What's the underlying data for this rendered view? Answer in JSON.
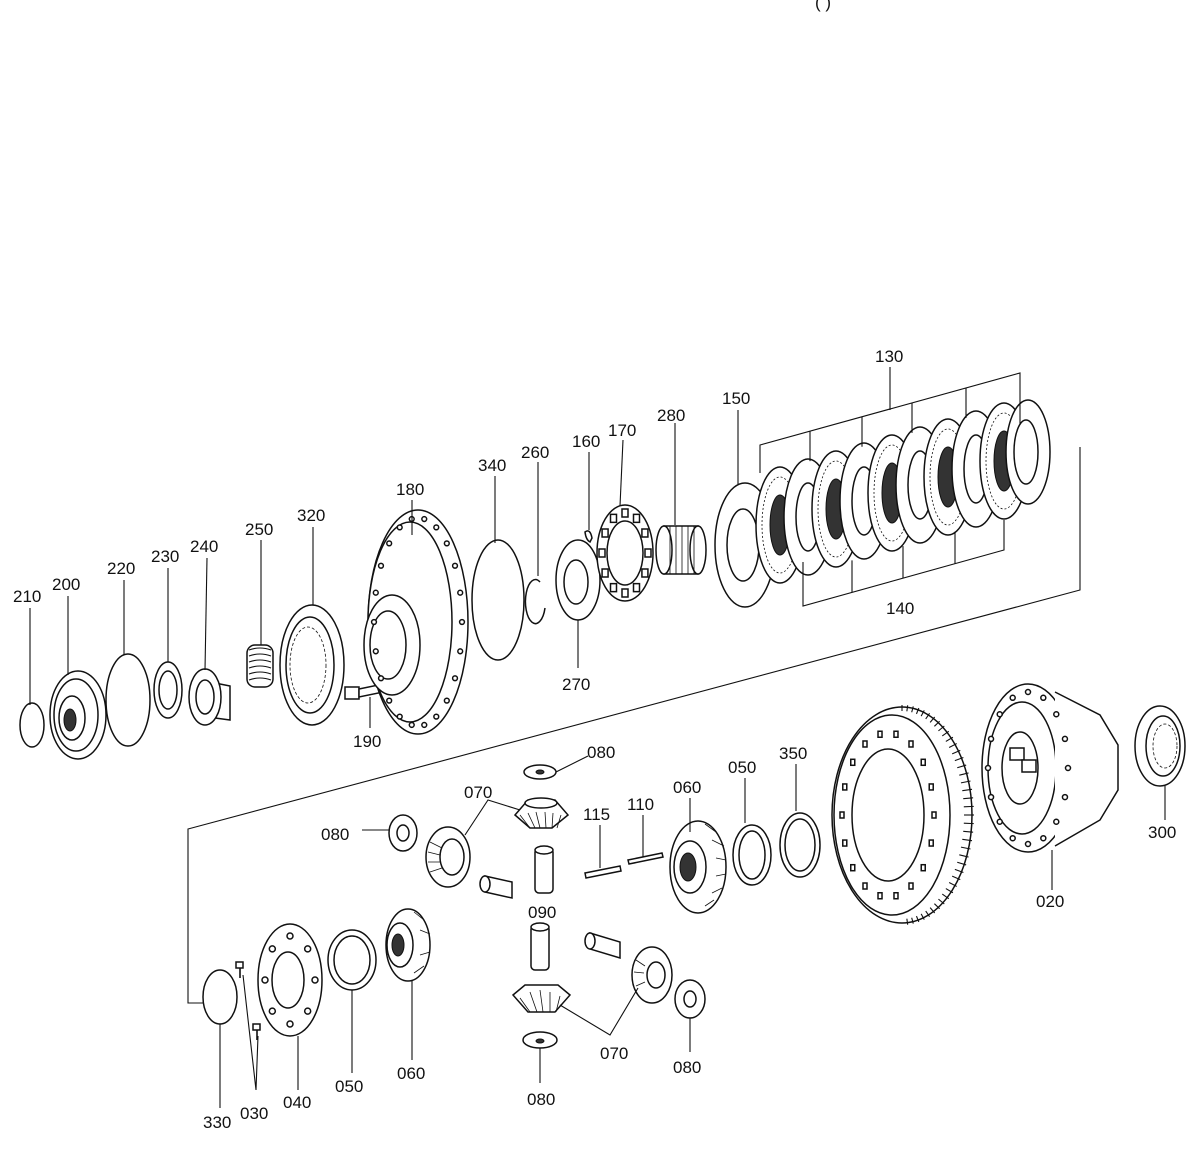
{
  "header": {
    "top_text_fragment": "( )"
  },
  "diagram": {
    "labels": [
      {
        "id": "p210",
        "text": "210"
      },
      {
        "id": "p200",
        "text": "200"
      },
      {
        "id": "p220",
        "text": "220"
      },
      {
        "id": "p230",
        "text": "230"
      },
      {
        "id": "p240",
        "text": "240"
      },
      {
        "id": "p250",
        "text": "250"
      },
      {
        "id": "p320",
        "text": "320"
      },
      {
        "id": "p180",
        "text": "180"
      },
      {
        "id": "p190",
        "text": "190"
      },
      {
        "id": "p340",
        "text": "340"
      },
      {
        "id": "p260",
        "text": "260"
      },
      {
        "id": "p160",
        "text": "160"
      },
      {
        "id": "p170",
        "text": "170"
      },
      {
        "id": "p270",
        "text": "270"
      },
      {
        "id": "p280",
        "text": "280"
      },
      {
        "id": "p150",
        "text": "150"
      },
      {
        "id": "p130",
        "text": "130"
      },
      {
        "id": "p140",
        "text": "140"
      },
      {
        "id": "p080a",
        "text": "080"
      },
      {
        "id": "p070a",
        "text": "070"
      },
      {
        "id": "p080b",
        "text": "080"
      },
      {
        "id": "p115",
        "text": "115"
      },
      {
        "id": "p110",
        "text": "110"
      },
      {
        "id": "p060a",
        "text": "060"
      },
      {
        "id": "p050a",
        "text": "050"
      },
      {
        "id": "p350",
        "text": "350"
      },
      {
        "id": "p090",
        "text": "090"
      },
      {
        "id": "p020",
        "text": "020"
      },
      {
        "id": "p300",
        "text": "300"
      },
      {
        "id": "p330",
        "text": "330"
      },
      {
        "id": "p030",
        "text": "030"
      },
      {
        "id": "p040",
        "text": "040"
      },
      {
        "id": "p050b",
        "text": "050"
      },
      {
        "id": "p060b",
        "text": "060"
      },
      {
        "id": "p070b",
        "text": "070"
      },
      {
        "id": "p080c",
        "text": "080"
      },
      {
        "id": "p080d",
        "text": "080"
      }
    ]
  }
}
